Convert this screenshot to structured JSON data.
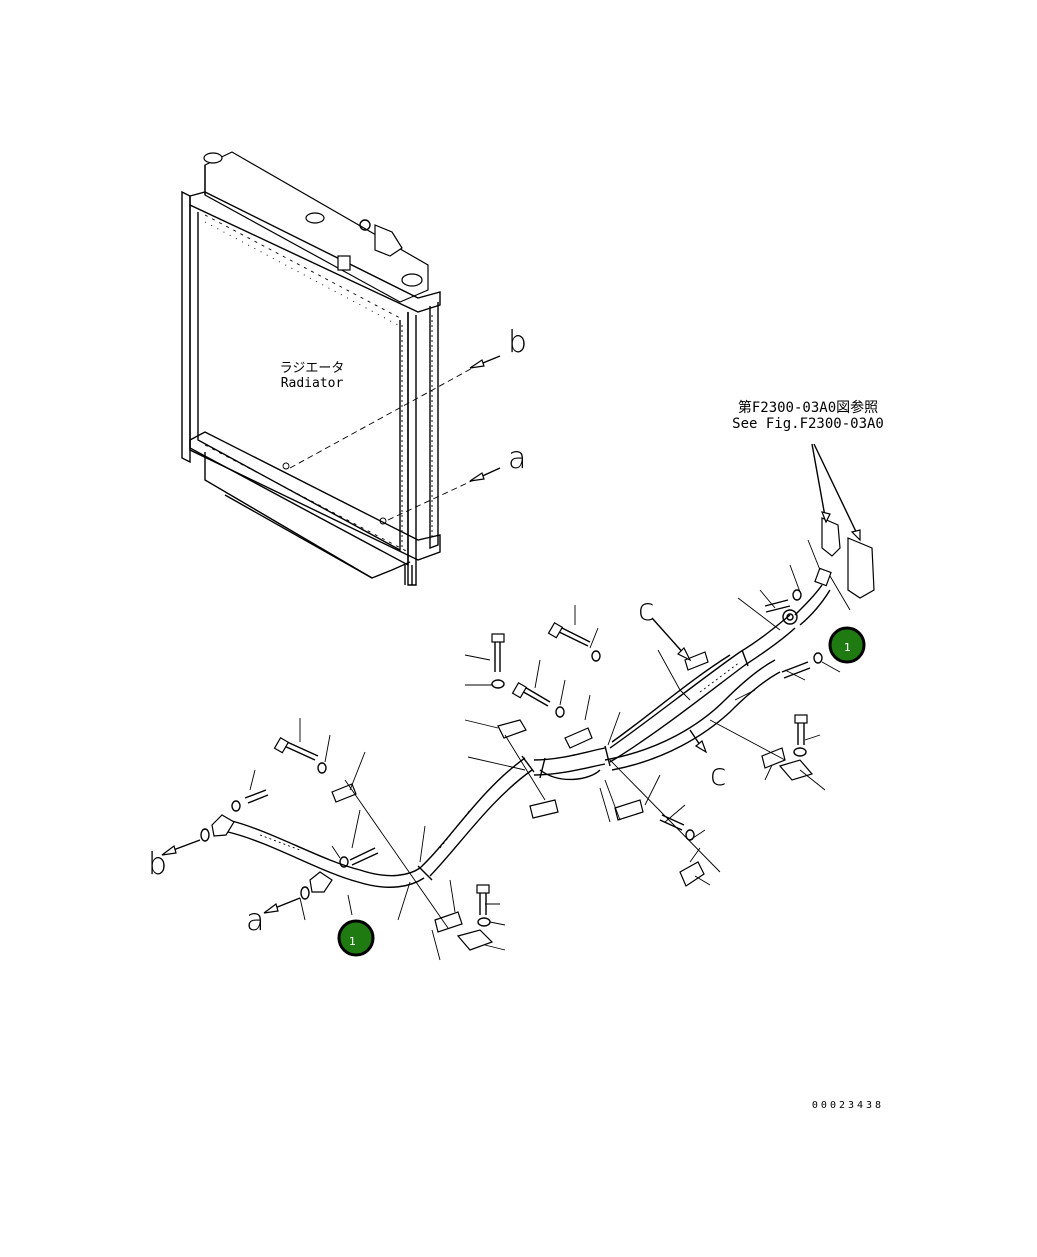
{
  "radiator_label": {
    "jp": "ラジエータ",
    "en": "Radiator"
  },
  "reference": {
    "jp": "第F2300-03A0図参照",
    "en": "See Fig.F2300-03A0"
  },
  "letters": {
    "a": "a",
    "b": "b",
    "c": "c"
  },
  "callouts": [
    {
      "number": "1"
    },
    {
      "number": "1"
    }
  ],
  "drawing_number": "00023438",
  "colors": {
    "ink": "#000000",
    "callout_fill": "#1f7a12",
    "callout_text": "#ffffff"
  }
}
